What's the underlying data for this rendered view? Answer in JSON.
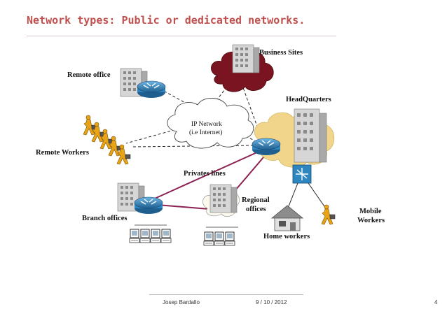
{
  "title": "Network types: Public or dedicated networks.",
  "nodes": {
    "business_sites": "Business Sites",
    "remote_office": "Remote office",
    "headquarters": "HeadQuarters",
    "ip_network": "IP Network",
    "ip_network_sub": "(i.e Internet)",
    "remote_workers": "Remote Workers",
    "private_lines": "Privates lines",
    "regional_offices_1": "Regional",
    "regional_offices_2": "offices",
    "branch_offices": "Branch offices",
    "home_workers": "Home workers",
    "mobile_workers_1": "Mobile",
    "mobile_workers_2": "Workers"
  },
  "footer": {
    "author": "Josep Bardallo",
    "date": "9 / 10 / 2012",
    "page": "4"
  },
  "colors": {
    "title": "#c0504d",
    "private_line": "#8b2252",
    "business_cloud": "#7a1420",
    "hq_blob": "#f0d58a",
    "router": "#2e86c1",
    "worker": "#e8a317"
  }
}
